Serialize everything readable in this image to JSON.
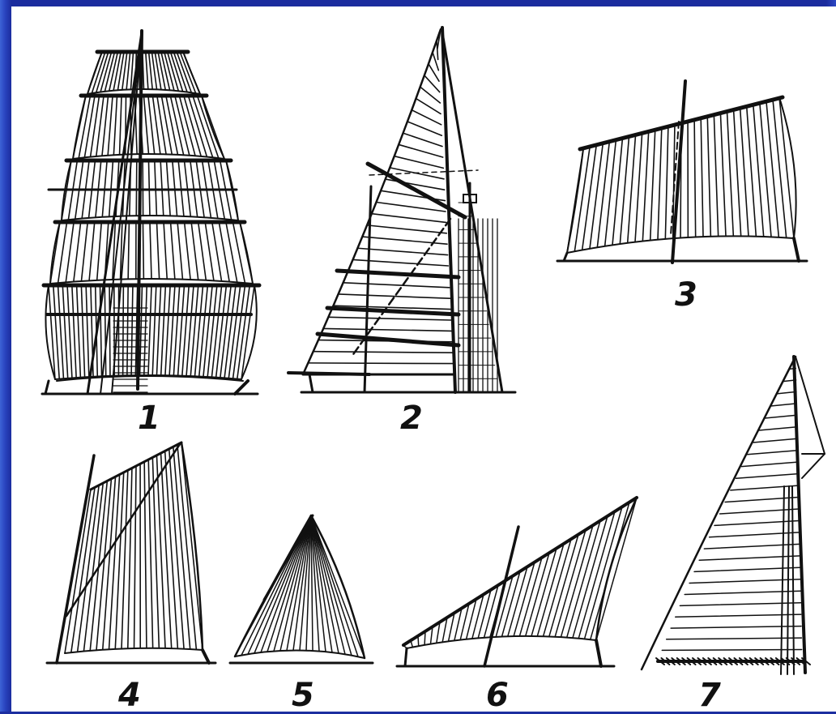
{
  "background_color": "#1c2ea0",
  "panel_color": "#ffffff",
  "ink_color": "#111111",
  "labels": {
    "fig1": "1",
    "fig2": "2",
    "fig3": "3",
    "fig4": "4",
    "fig5": "5",
    "fig6": "6",
    "fig7": "7"
  }
}
